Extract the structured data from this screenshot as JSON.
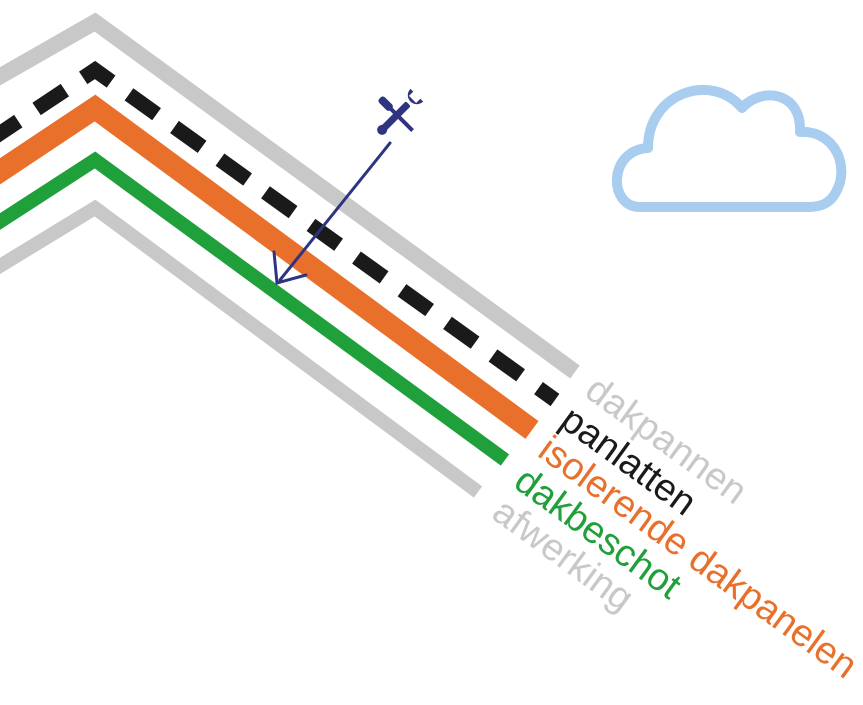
{
  "layers": [
    {
      "id": "dakpannen",
      "label": "dakpannen",
      "color": "#c8c8c8",
      "style": "solid"
    },
    {
      "id": "panlatten",
      "label": "panlatten",
      "color": "#1a1a1a",
      "style": "dashed"
    },
    {
      "id": "isolerende-dakpanelen",
      "label": "isolerende dakpanelen",
      "color": "#e8702a",
      "style": "solid"
    },
    {
      "id": "dakbeschot",
      "label": "dakbeschot",
      "color": "#1fa03a",
      "style": "solid"
    },
    {
      "id": "afwerking",
      "label": "afwerking",
      "color": "#c8c8c8",
      "style": "solid"
    }
  ],
  "icons": {
    "tools": "wrench-screwdriver-icon",
    "cloud": "cloud-icon",
    "arrow": "arrow-icon"
  },
  "colors": {
    "tool": "#2e3480",
    "cloud": "#a8cdef"
  }
}
